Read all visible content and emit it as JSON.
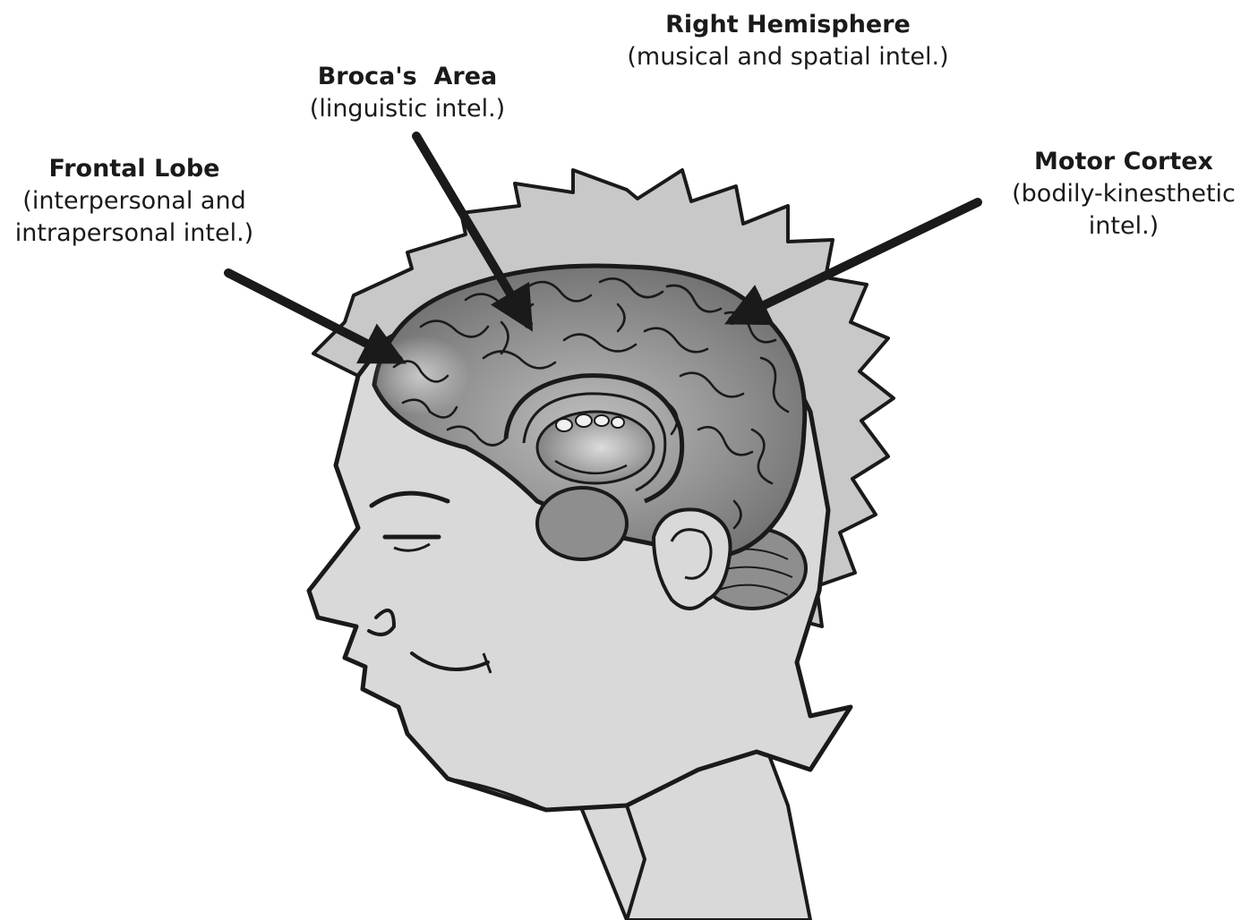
{
  "labels": {
    "right_hemisphere": {
      "title": "Right Hemisphere",
      "description": "(musical and spatial intel.)"
    },
    "brocas_area": {
      "title": "Broca's  Area",
      "description": "(linguistic intel.)"
    },
    "frontal_lobe": {
      "title": "Frontal Lobe",
      "description_line1": "(interpersonal and",
      "description_line2": "intrapersonal intel.)"
    },
    "motor_cortex": {
      "title": "Motor Cortex",
      "description_line1": "(bodily-kinesthetic",
      "description_line2": "intel.)"
    }
  },
  "colors": {
    "ink": "#1a1a1a",
    "skin": "#d9d9d9",
    "hair": "#c8c8c8",
    "brain": "#8e8e8e",
    "brain_highlight": "#bdbdbd"
  }
}
